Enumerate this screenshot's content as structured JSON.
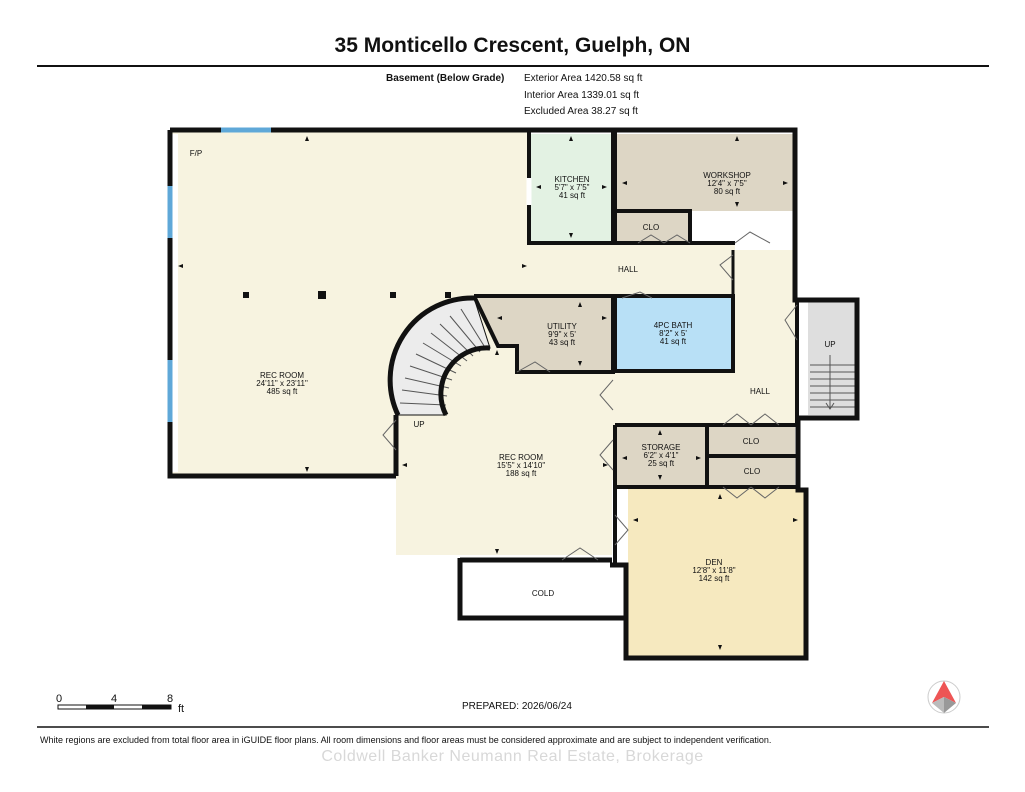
{
  "header": {
    "title": "35 Monticello Crescent, Guelph, ON",
    "level_label": "Basement (Below Grade)",
    "exterior_area": "Exterior Area 1420.58 sq ft",
    "interior_area": "Interior Area 1339.01 sq ft",
    "excluded_area": "Excluded Area 38.27 sq ft"
  },
  "rooms": {
    "rec_room_main": {
      "name": "REC ROOM",
      "dims": "24'11\" x 23'11\"",
      "area": "485 sq ft"
    },
    "kitchen": {
      "name": "KITCHEN",
      "dims": "5'7\" x 7'5\"",
      "area": "41 sq ft"
    },
    "workshop": {
      "name": "WORKSHOP",
      "dims": "12'4\" x 7'5\"",
      "area": "80 sq ft"
    },
    "utility": {
      "name": "UTILITY",
      "dims": "9'9\" x 5'",
      "area": "43 sq ft"
    },
    "bath": {
      "name": "4PC BATH",
      "dims": "8'2\" x 5'",
      "area": "41 sq ft"
    },
    "rec_room_2": {
      "name": "REC ROOM",
      "dims": "15'5\" x 14'10\"",
      "area": "188 sq ft"
    },
    "storage": {
      "name": "STORAGE",
      "dims": "6'2\" x 4'1\"",
      "area": "25 sq ft"
    },
    "den": {
      "name": "DEN",
      "dims": "12'8\" x 11'8\"",
      "area": "142 sq ft"
    }
  },
  "labels": {
    "fp": "F/P",
    "clo": "CLO",
    "hall": "HALL",
    "up": "UP",
    "cold": "COLD"
  },
  "scale": {
    "t0": "0",
    "t4": "4",
    "t8": "8",
    "unit": "ft"
  },
  "prepared": "PREPARED: 2026/06/24",
  "footer_note": "White regions are excluded from total floor area in iGUIDE floor plans. All room dimensions and floor areas must be considered approximate and are subject to independent verification.",
  "watermark": "Coldwell Banker Neumann Real Estate, Brokerage",
  "colors": {
    "cream": "#f7f3e0",
    "kitchen": "#e3f2e3",
    "workshop": "#ddd6c5",
    "bath": "#b8e0f6",
    "den": "#f6e9bf",
    "wall": "#111111",
    "window": "#5fa8d8"
  },
  "icons": [
    "compass-icon",
    "scale-bar-icon",
    "door-swing-icon",
    "stair-icon"
  ]
}
